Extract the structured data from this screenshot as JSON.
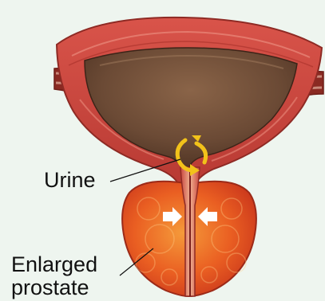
{
  "labels": {
    "urine": "Urine",
    "prostate_line1": "Enlarged",
    "prostate_line2": "prostate"
  },
  "colors": {
    "background": "#eef5ef",
    "bladder_wall": "#c8453d",
    "bladder_interior": "#6b4a35",
    "prostate": "#e2491f",
    "urine": "#f2c21a",
    "arrow": "#ffffff"
  },
  "icons": [
    "urine-swirl-icon",
    "compression-arrow-left-icon",
    "compression-arrow-right-icon"
  ]
}
